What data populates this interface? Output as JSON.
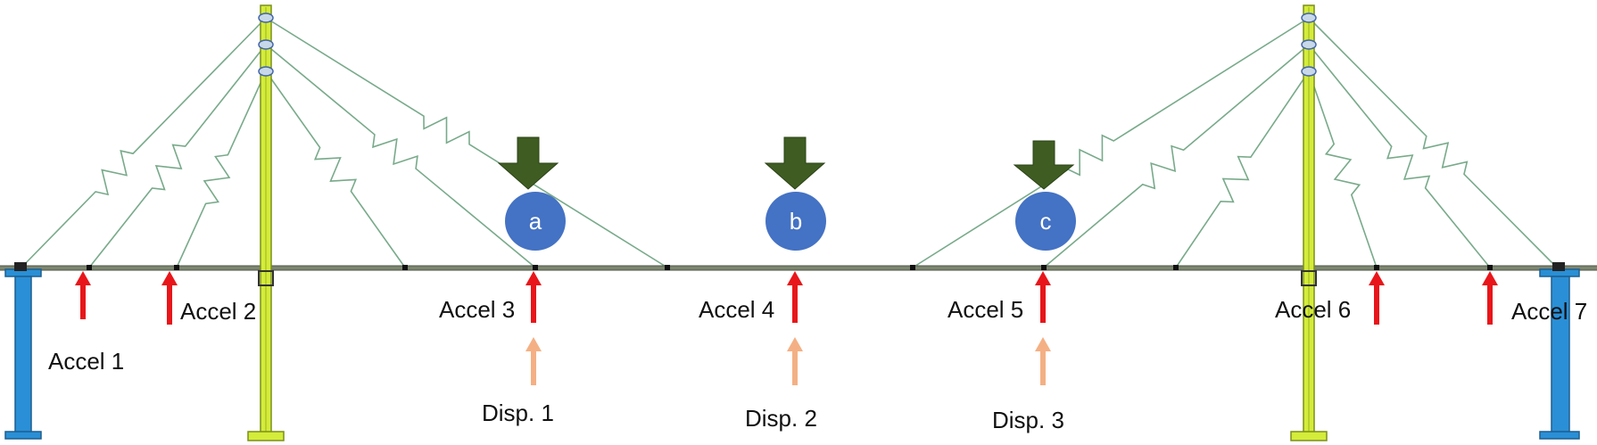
{
  "colors": {
    "deck": "#7d8670",
    "cable": "#78aa8a",
    "pylon": "#d4ec3a",
    "pylon_edge": "#7b8f1a",
    "pier": "#2a8fd6",
    "pier_edge": "#1d5f8f",
    "accel_arrow": "#e8161a",
    "disp_arrow": "#f4b084",
    "load_arrow": "#3f5d22",
    "load_point": "#4472c4",
    "label": "#111111"
  },
  "icons": {
    "accelerometer": "red-up-arrow-icon",
    "displacement": "peach-up-arrow-icon",
    "load": "dark-green-down-arrow-icon"
  },
  "sensors": {
    "accel": [
      {
        "id": "a1",
        "label": "Accel 1"
      },
      {
        "id": "a2",
        "label": "Accel 2"
      },
      {
        "id": "a3",
        "label": "Accel 3"
      },
      {
        "id": "a4",
        "label": "Accel 4"
      },
      {
        "id": "a5",
        "label": "Accel 5"
      },
      {
        "id": "a6",
        "label": "Accel 6"
      },
      {
        "id": "a7",
        "label": "Accel 7"
      }
    ],
    "disp": [
      {
        "id": "d1",
        "label": "Disp. 1"
      },
      {
        "id": "d2",
        "label": "Disp. 2"
      },
      {
        "id": "d3",
        "label": "Disp. 3"
      }
    ]
  },
  "load_points": [
    {
      "id": "lp_a",
      "label": "a"
    },
    {
      "id": "lp_b",
      "label": "b"
    },
    {
      "id": "lp_c",
      "label": "c"
    }
  ]
}
